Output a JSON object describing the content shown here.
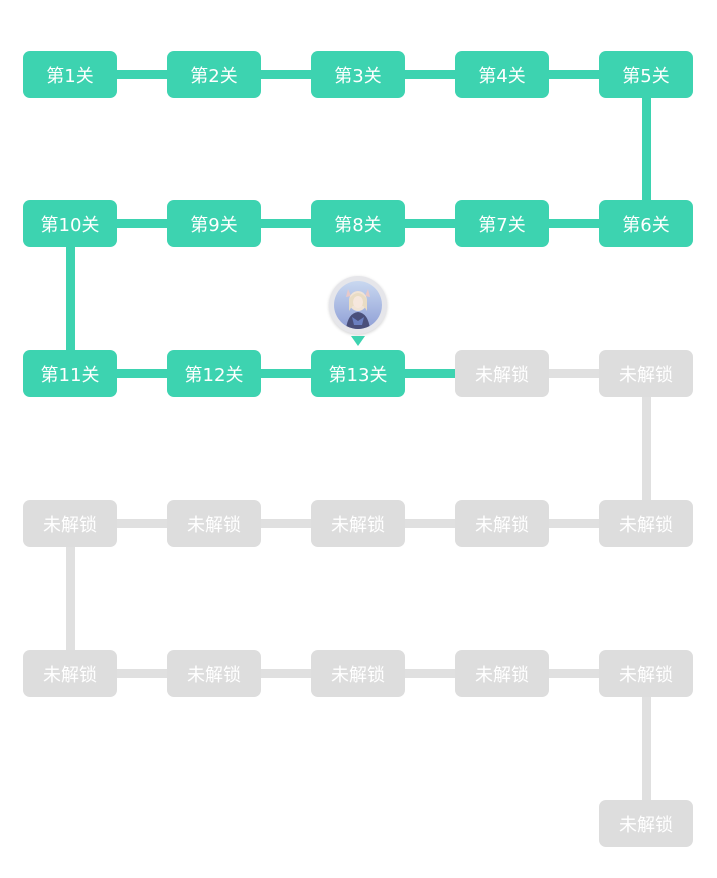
{
  "colors": {
    "active": "#3dd3b0",
    "locked": "#dddddd",
    "label": "#ffffff"
  },
  "current_level": 13,
  "current_marker_icon": "player-avatar-icon",
  "levels": [
    {
      "label": "第1关",
      "status": "unlocked"
    },
    {
      "label": "第2关",
      "status": "unlocked"
    },
    {
      "label": "第3关",
      "status": "unlocked"
    },
    {
      "label": "第4关",
      "status": "unlocked"
    },
    {
      "label": "第5关",
      "status": "unlocked"
    },
    {
      "label": "第6关",
      "status": "unlocked"
    },
    {
      "label": "第7关",
      "status": "unlocked"
    },
    {
      "label": "第8关",
      "status": "unlocked"
    },
    {
      "label": "第9关",
      "status": "unlocked"
    },
    {
      "label": "第10关",
      "status": "unlocked"
    },
    {
      "label": "第11关",
      "status": "unlocked"
    },
    {
      "label": "第12关",
      "status": "unlocked"
    },
    {
      "label": "第13关",
      "status": "current"
    },
    {
      "label": "未解锁",
      "status": "locked"
    },
    {
      "label": "未解锁",
      "status": "locked"
    },
    {
      "label": "未解锁",
      "status": "locked"
    },
    {
      "label": "未解锁",
      "status": "locked"
    },
    {
      "label": "未解锁",
      "status": "locked"
    },
    {
      "label": "未解锁",
      "status": "locked"
    },
    {
      "label": "未解锁",
      "status": "locked"
    },
    {
      "label": "未解锁",
      "status": "locked"
    },
    {
      "label": "未解锁",
      "status": "locked"
    },
    {
      "label": "未解锁",
      "status": "locked"
    },
    {
      "label": "未解锁",
      "status": "locked"
    },
    {
      "label": "未解锁",
      "status": "locked"
    },
    {
      "label": "未解锁",
      "status": "locked"
    }
  ]
}
